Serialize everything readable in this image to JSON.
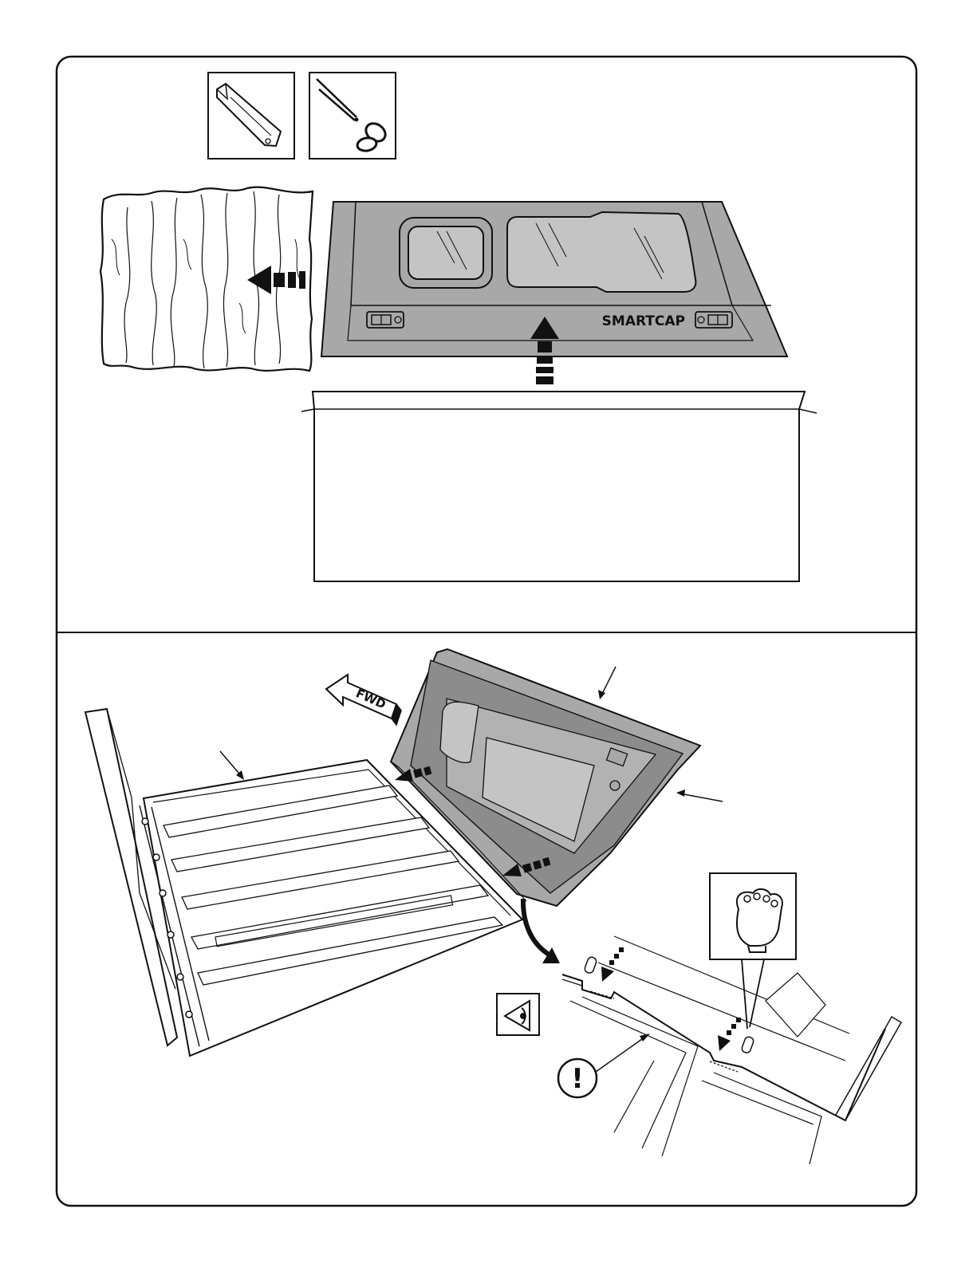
{
  "document": {
    "type": "assembly-instruction-sheet",
    "panels": [
      {
        "id": "step-unpack",
        "tools": [
          {
            "icon": "utility-knife-icon"
          },
          {
            "icon": "scissors-icon"
          }
        ],
        "product": {
          "brand_label": "SMARTCAP"
        }
      },
      {
        "id": "step-attach-door",
        "direction_label": "FWD",
        "callout_icons": [
          "eye-inspect-icon",
          "warning-exclamation-icon",
          "glove-hand-icon"
        ],
        "warning_symbol": "!"
      }
    ]
  },
  "colors": {
    "line": "#111111",
    "panel_gray": "#a8a8a8",
    "panel_gray_dark": "#8c8c8c",
    "glass": "#c4c4c4",
    "paper": "#ffffff"
  }
}
